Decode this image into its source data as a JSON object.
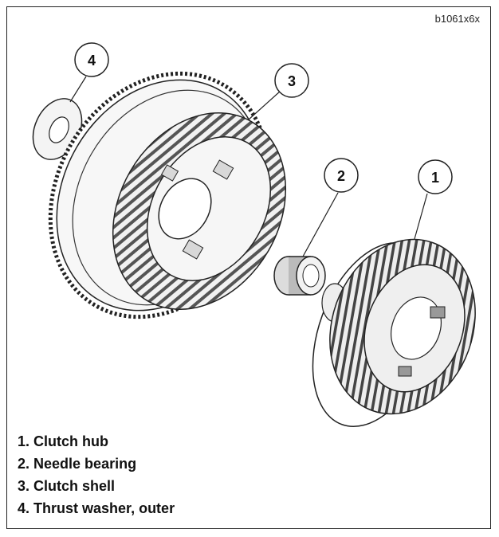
{
  "figure": {
    "id": "b1061x6x",
    "callouts": [
      {
        "label": "1"
      },
      {
        "label": "2"
      },
      {
        "label": "3"
      },
      {
        "label": "4"
      }
    ],
    "legend": [
      {
        "number": "1.",
        "text": "Clutch hub"
      },
      {
        "number": "2.",
        "text": "Needle bearing"
      },
      {
        "number": "3.",
        "text": "Clutch shell"
      },
      {
        "number": "4.",
        "text": "Thrust washer, outer"
      }
    ]
  }
}
